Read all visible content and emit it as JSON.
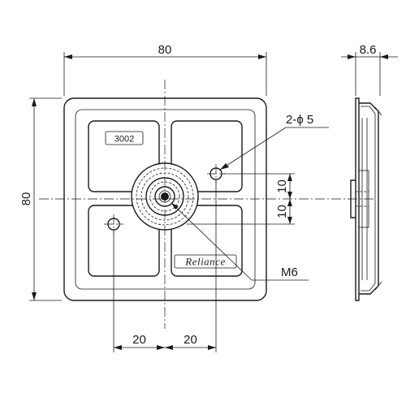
{
  "dimensions": {
    "width_top": "80",
    "height_left": "80",
    "side_thickness": "8.6",
    "hole_callout": "2-ϕ 5",
    "thread_callout": "M6",
    "offset_upper": "10",
    "offset_lower": "10",
    "spacing_left": "20",
    "spacing_right": "20"
  },
  "labels": {
    "part_number": "3002",
    "logo_text": "Reliance"
  }
}
